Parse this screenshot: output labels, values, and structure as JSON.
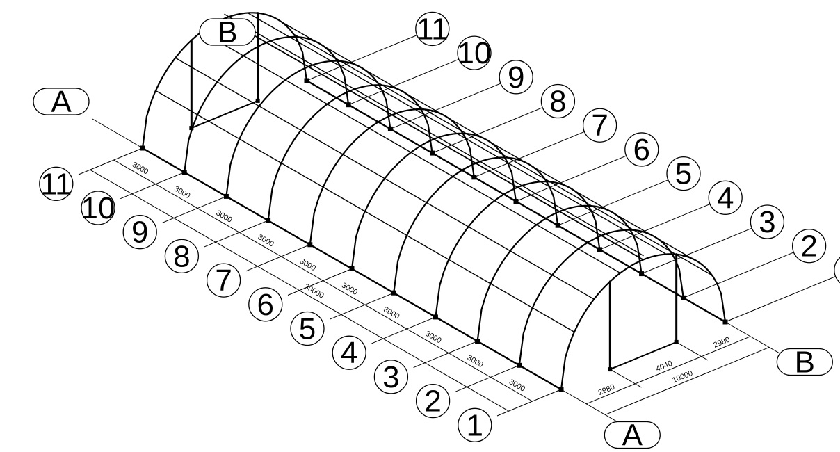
{
  "axis_letters": {
    "A": "A",
    "B": "B"
  },
  "axis_numbers": [
    "1",
    "2",
    "3",
    "4",
    "5",
    "6",
    "7",
    "8",
    "9",
    "10",
    "11"
  ],
  "dimensions": {
    "bay": "3000",
    "total_length": "30000",
    "side_span": "2980",
    "middle_span": "4040",
    "total_width": "10000"
  },
  "colors": {
    "line": "#000000",
    "background": "#ffffff"
  }
}
